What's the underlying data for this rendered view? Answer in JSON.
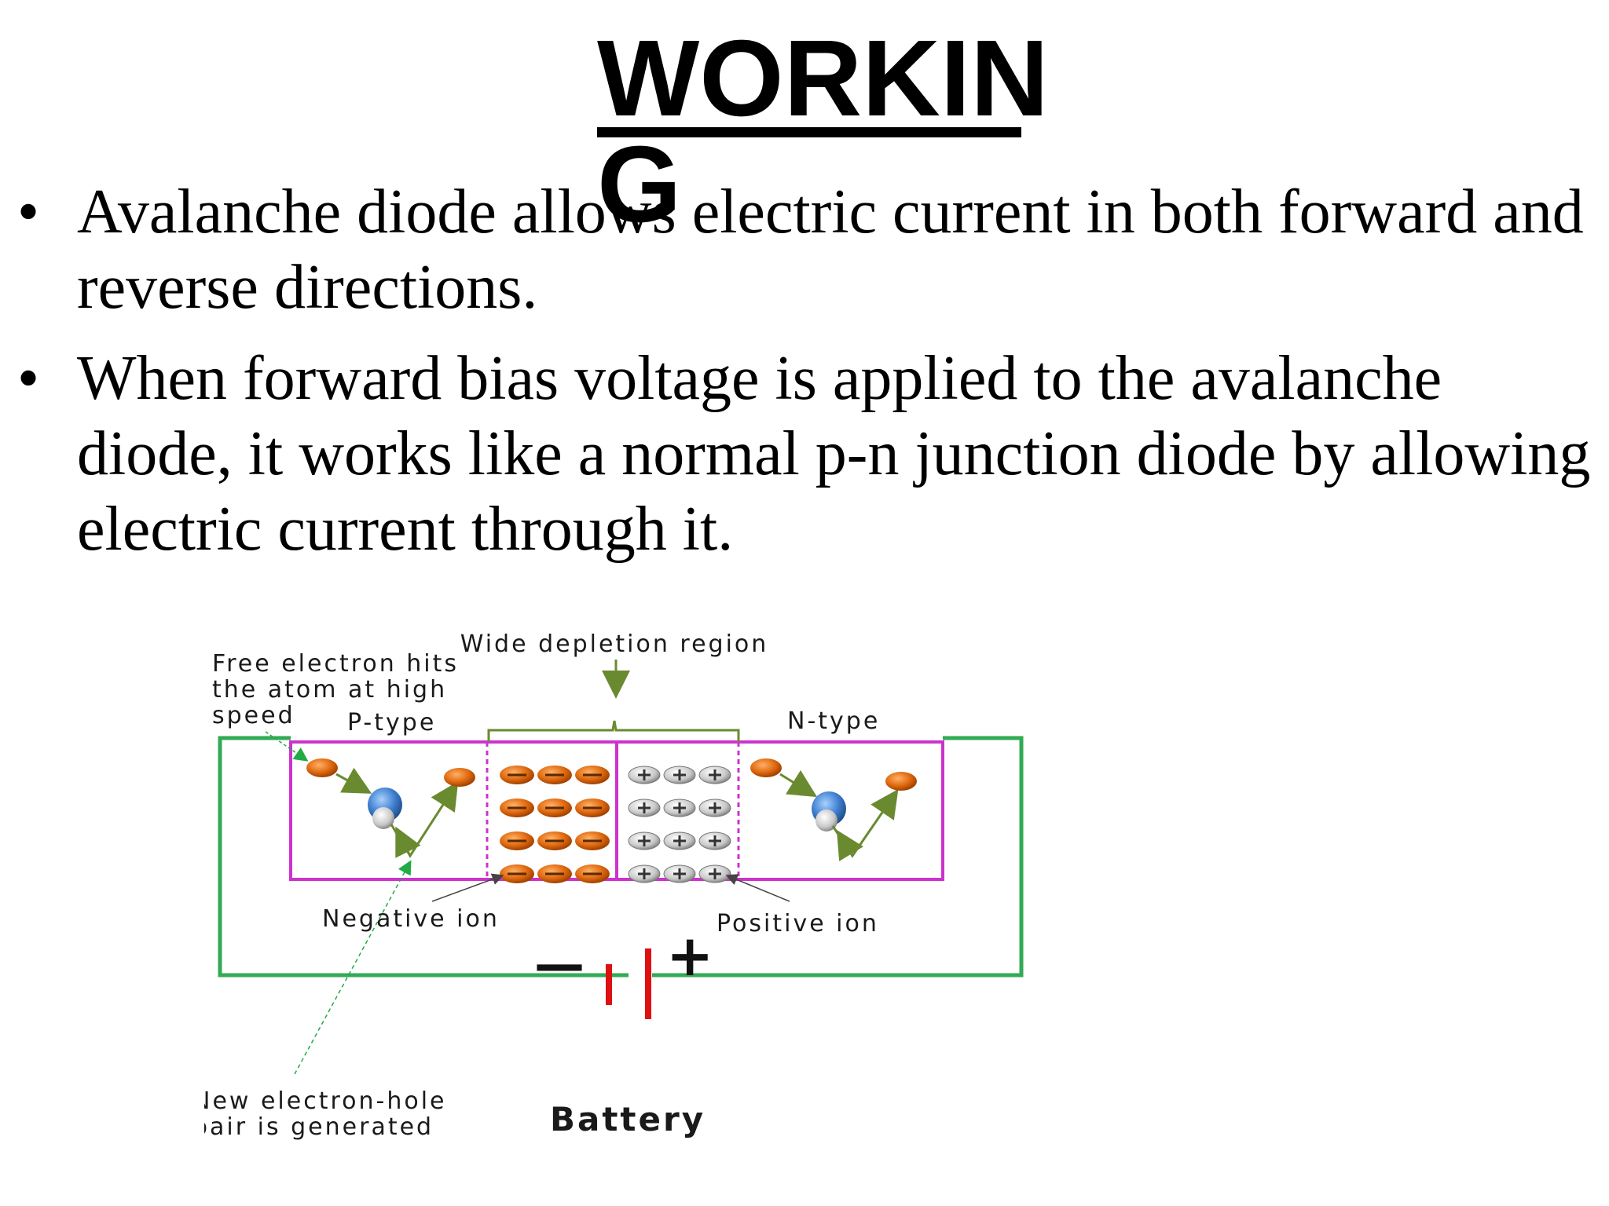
{
  "slide": {
    "title_line1": "WORKIN",
    "title_line2": "G",
    "bullets": [
      {
        "text": "Avalanche diode allows electric current in both forward and reverse directions."
      },
      {
        "text": "When forward bias voltage is applied to the avalanche diode, it works like a normal p-n junction diode by allowing electric current through it."
      }
    ]
  },
  "diagram": {
    "labels": {
      "free_electron_1": "Free electron hits",
      "free_electron_2": "the atom at high",
      "free_electron_3": "speed",
      "wide_depletion": "Wide depletion region",
      "p_type": "P-type",
      "n_type": "N-type",
      "negative_ion": "Negative ion",
      "positive_ion": "Positive ion",
      "new_pair_1": "New electron-hole",
      "new_pair_2": "pair is generated",
      "battery": "Battery",
      "minus_sign": "—",
      "plus_sign": "+"
    },
    "colors": {
      "crystal_border": "#cc33cc",
      "circuit_wire": "#33aa55",
      "battery_plate": "#dd1111",
      "ion_orange": "#e06a10",
      "arrow_green": "#6a8a30"
    }
  }
}
